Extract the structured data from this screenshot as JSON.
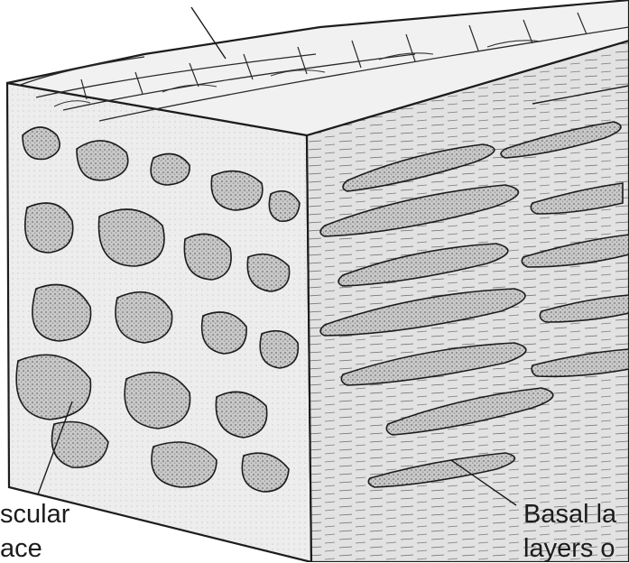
{
  "labels": {
    "left_line1": "scular",
    "left_line2": "ace",
    "right_line1": "Basal la",
    "right_line2": "layers o"
  },
  "colors": {
    "ink": "#1c1c1c",
    "tissue": "#ececec",
    "side_face": "#dcdcdc",
    "front_face": "#e7e7e7",
    "space": "#b9b9b9",
    "background": "#ffffff"
  }
}
